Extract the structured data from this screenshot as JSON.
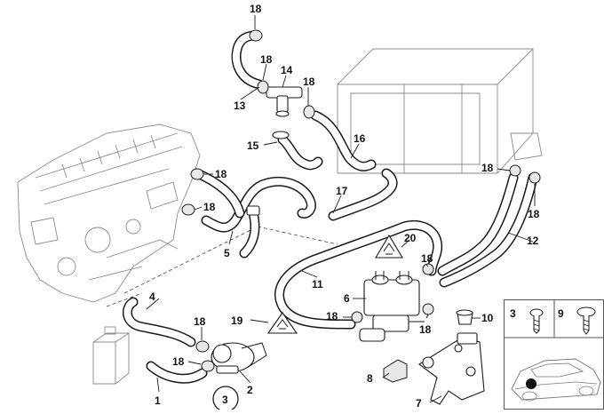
{
  "diagram": {
    "callouts": [
      "1",
      "2",
      "3",
      "4",
      "5",
      "6",
      "7",
      "8",
      "9",
      "10",
      "11",
      "12",
      "13",
      "14",
      "15",
      "16",
      "17",
      "18",
      "19",
      "20"
    ],
    "inset": {
      "left_label": "3",
      "right_label": "9"
    },
    "circled_label": "3",
    "colors": {
      "line": "#1a1a1a",
      "fill": "#ffffff",
      "shade": "#e8e8e8"
    }
  }
}
